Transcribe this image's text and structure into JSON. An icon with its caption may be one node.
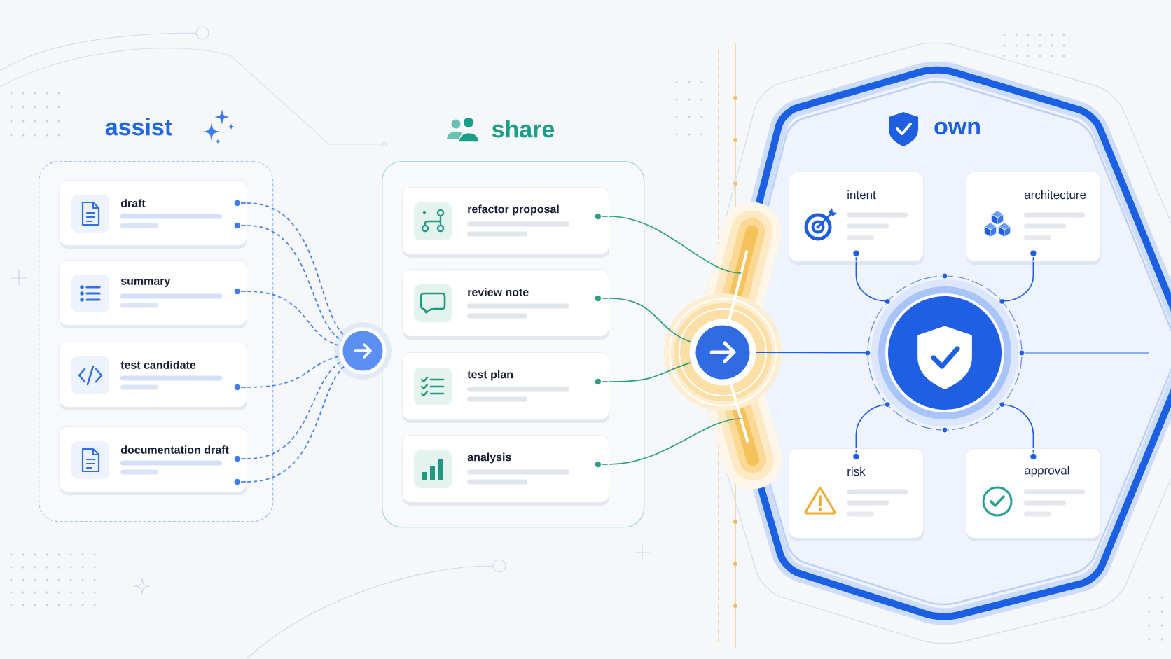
{
  "diagram": {
    "nodes": [
      {
        "text": [
          "assist"
        ]
      },
      {
        "text": [
          "draft"
        ],
        "in": 0
      },
      {
        "text": [
          "summary"
        ],
        "in": 0
      },
      {
        "text": [
          "test candidate"
        ],
        "in": 0
      },
      {
        "text": [
          "documentation draft"
        ],
        "in": 0
      },
      {
        "text": [],
        "shape": "circle"
      },
      {
        "text": [
          "share"
        ]
      },
      {
        "text": [
          "refactor proposal"
        ],
        "in": 6
      },
      {
        "text": [
          "review note"
        ],
        "in": 6
      },
      {
        "text": [
          "test plan"
        ],
        "in": 6
      },
      {
        "text": [
          "analysis"
        ],
        "in": 6
      },
      {
        "text": [],
        "shape": "circle"
      },
      {
        "text": [
          "own"
        ]
      },
      {
        "text": [
          "intent"
        ],
        "in": 12
      },
      {
        "text": [
          "architecture"
        ],
        "in": 12
      },
      {
        "text": [],
        "shape": "circle",
        "in": 12
      },
      {
        "text": [
          "risk"
        ],
        "in": 12
      },
      {
        "text": [
          "approval"
        ],
        "in": 12
      }
    ],
    "edges": [
      {
        "from": 1,
        "to": 5,
        "arrow": "none",
        "style": "dashed",
        "color": "#3d7cf0"
      },
      {
        "from": 1,
        "to": 5,
        "arrow": "none",
        "style": "dashed",
        "color": "#3d7cf0"
      },
      {
        "from": 2,
        "to": 5,
        "arrow": "none",
        "style": "dashed",
        "color": "#3d7cf0"
      },
      {
        "from": 3,
        "to": 5,
        "arrow": "none",
        "style": "dashed",
        "color": "#3d7cf0"
      },
      {
        "from": 4,
        "to": 5,
        "arrow": "none",
        "style": "dashed",
        "color": "#3d7cf0"
      },
      {
        "from": 4,
        "to": 5,
        "arrow": "none",
        "style": "dashed",
        "color": "#3d7cf0"
      },
      {
        "from": 7,
        "to": 12,
        "arrow": "none",
        "color": "#2a9d84"
      },
      {
        "from": 8,
        "to": 11,
        "arrow": "none",
        "color": "#2a9d84"
      },
      {
        "from": 9,
        "to": 11,
        "arrow": "none",
        "color": "#2a9d84"
      },
      {
        "from": 10,
        "to": 12,
        "arrow": "none",
        "color": "#2a9d84"
      },
      {
        "from": 11,
        "to": 15,
        "arrow": "none"
      },
      {
        "from": 13,
        "to": 15,
        "arrow": "none"
      },
      {
        "from": 14,
        "to": 15,
        "arrow": "none"
      },
      {
        "from": 16,
        "to": 15,
        "arrow": "none"
      },
      {
        "from": 17,
        "to": 15,
        "arrow": "none"
      }
    ]
  }
}
